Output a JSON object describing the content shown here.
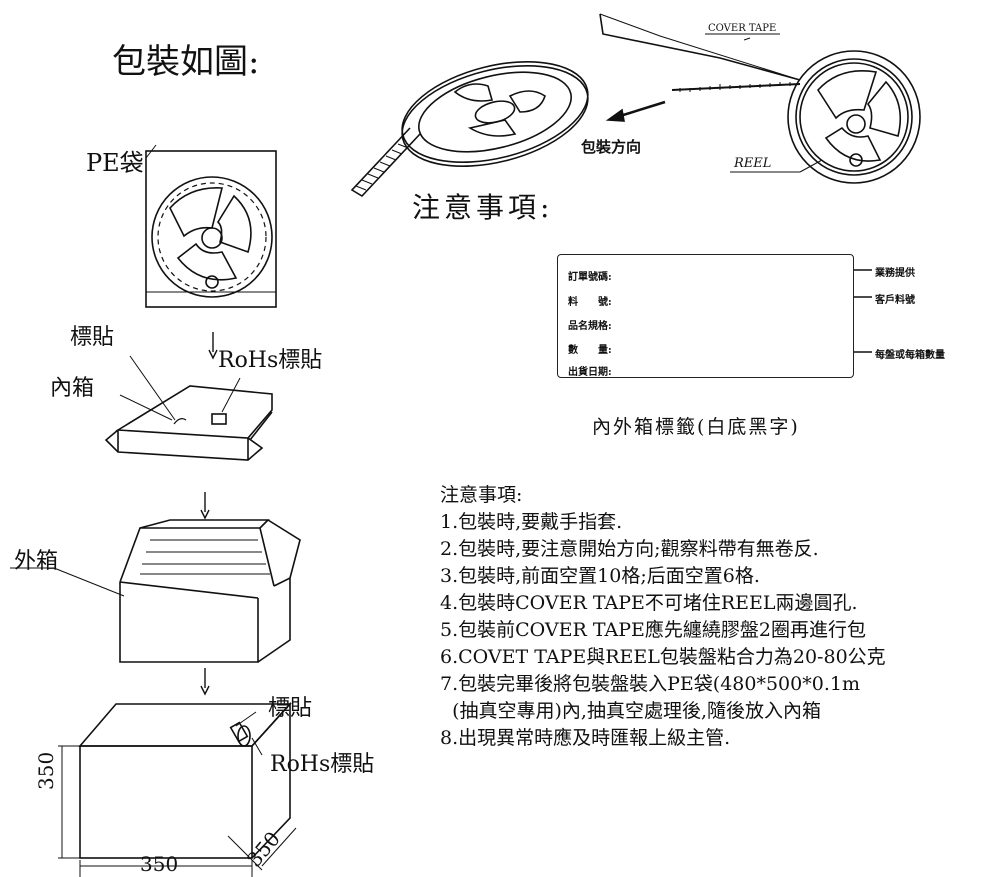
{
  "title": "包裝如圖:",
  "reel_section": {
    "cover_tape_label": "COVER TAPE",
    "packing_direction": "包裝方向",
    "reel_label": "REEL"
  },
  "caution_heading": "注意事項:",
  "label_card": {
    "rows": [
      "訂單號碼:",
      "料　　號:",
      "品名規格:",
      "數　　量:",
      "出貨日期:"
    ],
    "right_notes": [
      "業務提供",
      "客戶料號",
      "每盤或每箱數量"
    ],
    "caption": "內外箱標籤(白底黑字)"
  },
  "left_labels": {
    "pe_bag": "PE袋",
    "sticker_1": "標貼",
    "rohs_1": "RoHs標貼",
    "inner_box": "內箱",
    "outer_box": "外箱",
    "sticker_2": "標貼",
    "rohs_2": "RoHs標貼"
  },
  "dimensions": {
    "height": "350",
    "width": "350",
    "depth": "350"
  },
  "notes": {
    "heading": "注意事項:",
    "items": [
      "1.包裝時,要戴手指套.",
      "2.包裝時,要注意開始方向;觀察料帶有無卷反.",
      "3.包裝時,前面空置10格;后面空置6格.",
      "4.包裝時COVER TAPE不可堵住REEL兩邊圓孔.",
      "5.包裝前COVER TAPE應先纏繞膠盤2圈再進行包",
      "6.COVET TAPE與REEL包裝盤粘合力為20-80公克",
      "7.包裝完畢後將包裝盤裝入PE袋(480*500*0.1m",
      "  (抽真空專用)內,抽真空處理後,隨後放入內箱",
      "8.出現異常時應及時匯報上級主管."
    ]
  }
}
